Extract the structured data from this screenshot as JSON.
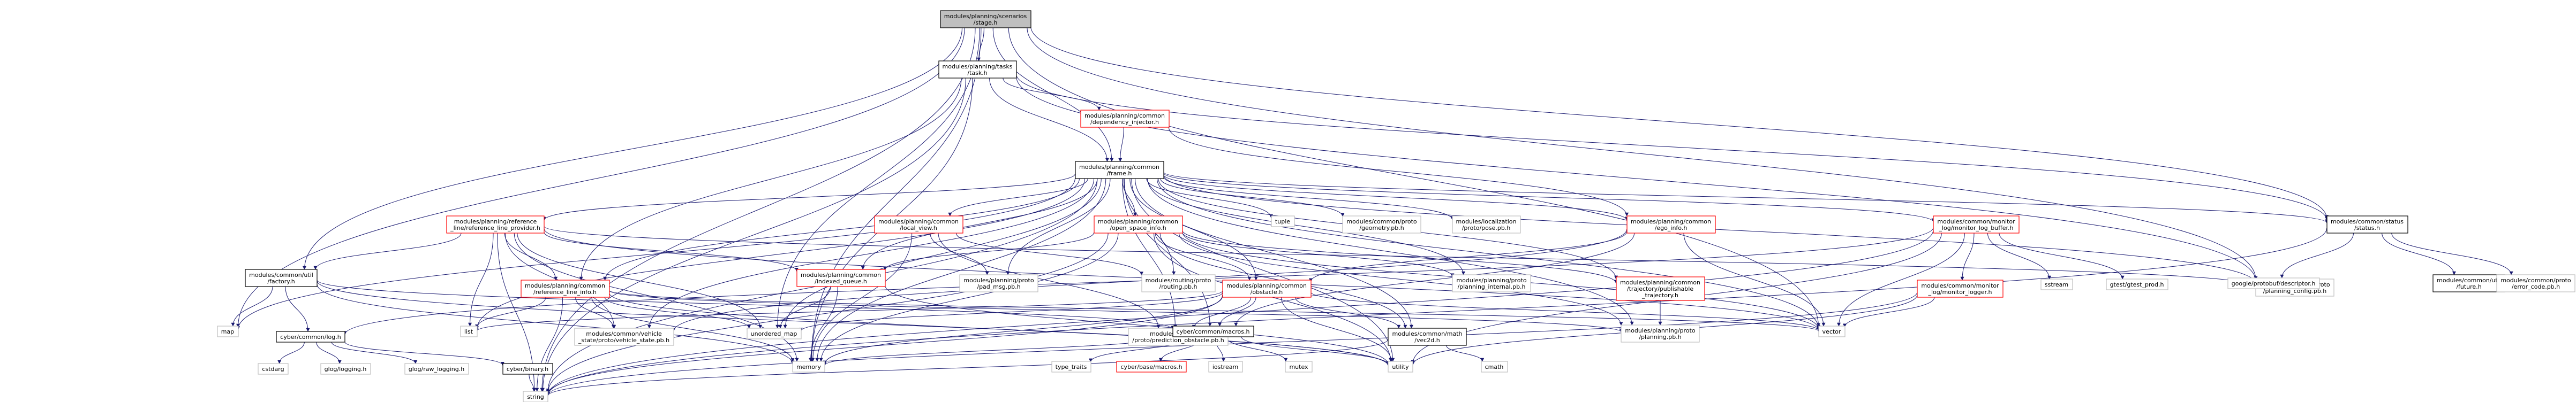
{
  "colors": {
    "root_fill": "#bfbfbf",
    "node_fill": "#ffffff",
    "black_border": "#000000",
    "red_border": "#ff0000",
    "gray_border": "#bfbfbf",
    "edge": "#191970"
  },
  "nodes": [
    {
      "id": "stage",
      "lines": [
        "modules/planning/scenarios",
        "/stage.h"
      ],
      "style": "root"
    },
    {
      "id": "task",
      "lines": [
        "modules/planning/tasks",
        "/task.h"
      ],
      "style": "black"
    },
    {
      "id": "dep_injector",
      "lines": [
        "modules/planning/common",
        "/dependency_injector.h"
      ],
      "style": "red"
    },
    {
      "id": "frame",
      "lines": [
        "modules/planning/common",
        "/frame.h"
      ],
      "style": "black"
    },
    {
      "id": "ref_line_provider",
      "lines": [
        "modules/planning/reference",
        "_line/reference_line_provider.h"
      ],
      "style": "red"
    },
    {
      "id": "local_view",
      "lines": [
        "modules/planning/common",
        "/local_view.h"
      ],
      "style": "red"
    },
    {
      "id": "open_space_info",
      "lines": [
        "modules/planning/common",
        "/open_space_info.h"
      ],
      "style": "red"
    },
    {
      "id": "tuple",
      "lines": [
        "tuple"
      ],
      "style": "gray"
    },
    {
      "id": "geometry_pb",
      "lines": [
        "modules/common/proto",
        "/geometry.pb.h"
      ],
      "style": "gray"
    },
    {
      "id": "pose_pb",
      "lines": [
        "modules/localization",
        "/proto/pose.pb.h"
      ],
      "style": "gray"
    },
    {
      "id": "ego_info",
      "lines": [
        "modules/planning/common",
        "/ego_info.h"
      ],
      "style": "red"
    },
    {
      "id": "monitor_log_buffer",
      "lines": [
        "modules/common/monitor",
        "_log/monitor_log_buffer.h"
      ],
      "style": "red"
    },
    {
      "id": "status",
      "lines": [
        "modules/common/status",
        "/status.h"
      ],
      "style": "black"
    },
    {
      "id": "util_factory",
      "lines": [
        "modules/common/util",
        "/factory.h"
      ],
      "style": "black"
    },
    {
      "id": "ref_line_info",
      "lines": [
        "modules/planning/common",
        "/reference_line_info.h"
      ],
      "style": "red"
    },
    {
      "id": "indexed_queue",
      "lines": [
        "modules/planning/common",
        "/indexed_queue.h"
      ],
      "style": "red"
    },
    {
      "id": "pad_msg_pb",
      "lines": [
        "modules/planning/proto",
        "/pad_msg.pb.h"
      ],
      "style": "gray"
    },
    {
      "id": "routing_pb",
      "lines": [
        "modules/routing/proto",
        "/routing.pb.h"
      ],
      "style": "gray"
    },
    {
      "id": "obstacle",
      "lines": [
        "modules/planning/common",
        "/obstacle.h"
      ],
      "style": "red"
    },
    {
      "id": "planning_internal_pb",
      "lines": [
        "modules/planning/proto",
        "/planning_internal.pb.h"
      ],
      "style": "gray"
    },
    {
      "id": "traj_publishable",
      "lines": [
        "modules/planning/common",
        "/trajectory/publishable",
        "_trajectory.h"
      ],
      "style": "red"
    },
    {
      "id": "monitor_logger",
      "lines": [
        "modules/common/monitor",
        "_log/monitor_logger.h"
      ],
      "style": "red"
    },
    {
      "id": "sstream",
      "lines": [
        "sstream"
      ],
      "style": "gray"
    },
    {
      "id": "gtest_prod",
      "lines": [
        "gtest/gtest_prod.h"
      ],
      "style": "gray"
    },
    {
      "id": "planning_config_pb",
      "lines": [
        "modules/planning/proto",
        "/planning_config.pb.h"
      ],
      "style": "gray"
    },
    {
      "id": "util_future",
      "lines": [
        "modules/common/util",
        "/future.h"
      ],
      "style": "black"
    },
    {
      "id": "descriptor",
      "lines": [
        "google/protobuf/descriptor.h"
      ],
      "style": "gray"
    },
    {
      "id": "error_code_pb",
      "lines": [
        "modules/common/proto",
        "/error_code.pb.h"
      ],
      "style": "gray"
    },
    {
      "id": "map",
      "lines": [
        "map"
      ],
      "style": "gray"
    },
    {
      "id": "list",
      "lines": [
        "list"
      ],
      "style": "gray"
    },
    {
      "id": "vehicle_state_pb",
      "lines": [
        "modules/common/vehicle",
        "_state/proto/vehicle_state.pb.h"
      ],
      "style": "gray"
    },
    {
      "id": "unordered_map",
      "lines": [
        "unordered_map"
      ],
      "style": "gray"
    },
    {
      "id": "prediction_obstacle_pb",
      "lines": [
        "modules/prediction",
        "/proto/prediction_obstacle.pb.h"
      ],
      "style": "gray"
    },
    {
      "id": "cyber_macros",
      "lines": [
        "cyber/common/macros.h"
      ],
      "style": "black"
    },
    {
      "id": "math_vec2d",
      "lines": [
        "modules/common/math",
        "/vec2d.h"
      ],
      "style": "black"
    },
    {
      "id": "planning_pb",
      "lines": [
        "modules/planning/proto",
        "/planning.pb.h"
      ],
      "style": "gray"
    },
    {
      "id": "vector",
      "lines": [
        "vector"
      ],
      "style": "gray"
    },
    {
      "id": "cyber_log",
      "lines": [
        "cyber/common/log.h"
      ],
      "style": "black"
    },
    {
      "id": "cstdarg",
      "lines": [
        "cstdarg"
      ],
      "style": "gray"
    },
    {
      "id": "glog_logging",
      "lines": [
        "glog/logging.h"
      ],
      "style": "gray"
    },
    {
      "id": "glog_raw_logging",
      "lines": [
        "glog/raw_logging.h"
      ],
      "style": "gray"
    },
    {
      "id": "cyber_binary",
      "lines": [
        "cyber/binary.h"
      ],
      "style": "black"
    },
    {
      "id": "memory",
      "lines": [
        "memory"
      ],
      "style": "gray"
    },
    {
      "id": "type_traits",
      "lines": [
        "type_traits"
      ],
      "style": "gray"
    },
    {
      "id": "cyber_base_macros",
      "lines": [
        "cyber/base/macros.h"
      ],
      "style": "red"
    },
    {
      "id": "iostream",
      "lines": [
        "iostream"
      ],
      "style": "gray"
    },
    {
      "id": "mutex",
      "lines": [
        "mutex"
      ],
      "style": "gray"
    },
    {
      "id": "utility",
      "lines": [
        "utility"
      ],
      "style": "gray"
    },
    {
      "id": "cmath",
      "lines": [
        "cmath"
      ],
      "style": "gray"
    },
    {
      "id": "string",
      "lines": [
        "string"
      ],
      "style": "gray"
    }
  ],
  "edges": [
    [
      "stage",
      "task"
    ],
    [
      "stage",
      "frame"
    ],
    [
      "stage",
      "util_factory"
    ],
    [
      "stage",
      "status"
    ],
    [
      "stage",
      "planning_config_pb"
    ],
    [
      "stage",
      "map"
    ],
    [
      "stage",
      "memory"
    ],
    [
      "stage",
      "string"
    ],
    [
      "stage",
      "vector"
    ],
    [
      "stage",
      "unordered_map"
    ],
    [
      "task",
      "dep_injector"
    ],
    [
      "task",
      "frame"
    ],
    [
      "task",
      "status"
    ],
    [
      "task",
      "planning_config_pb"
    ],
    [
      "task",
      "memory"
    ],
    [
      "task",
      "string"
    ],
    [
      "task",
      "ref_line_info"
    ],
    [
      "dep_injector",
      "frame"
    ],
    [
      "dep_injector",
      "ego_info"
    ],
    [
      "frame",
      "ref_line_provider"
    ],
    [
      "frame",
      "local_view"
    ],
    [
      "frame",
      "open_space_info"
    ],
    [
      "frame",
      "tuple"
    ],
    [
      "frame",
      "geometry_pb"
    ],
    [
      "frame",
      "pose_pb"
    ],
    [
      "frame",
      "ego_info"
    ],
    [
      "frame",
      "monitor_log_buffer"
    ],
    [
      "frame",
      "status"
    ],
    [
      "frame",
      "ref_line_info"
    ],
    [
      "frame",
      "indexed_queue"
    ],
    [
      "frame",
      "pad_msg_pb"
    ],
    [
      "frame",
      "routing_pb"
    ],
    [
      "frame",
      "obstacle"
    ],
    [
      "frame",
      "planning_internal_pb"
    ],
    [
      "frame",
      "traj_publishable"
    ],
    [
      "frame",
      "planning_config_pb"
    ],
    [
      "frame",
      "map"
    ],
    [
      "frame",
      "list"
    ],
    [
      "frame",
      "vehicle_state_pb"
    ],
    [
      "frame",
      "prediction_obstacle_pb"
    ],
    [
      "frame",
      "cyber_macros"
    ],
    [
      "frame",
      "math_vec2d"
    ],
    [
      "frame",
      "planning_pb"
    ],
    [
      "frame",
      "vector"
    ],
    [
      "frame",
      "memory"
    ],
    [
      "frame",
      "string"
    ],
    [
      "frame",
      "utility"
    ],
    [
      "frame",
      "unordered_map"
    ],
    [
      "ref_line_provider",
      "util_factory"
    ],
    [
      "ref_line_provider",
      "ref_line_info"
    ],
    [
      "ref_line_provider",
      "indexed_queue"
    ],
    [
      "ref_line_provider",
      "list"
    ],
    [
      "ref_line_provider",
      "vehicle_state_pb"
    ],
    [
      "ref_line_provider",
      "planning_config_pb"
    ],
    [
      "ref_line_provider",
      "memory"
    ],
    [
      "ref_line_provider",
      "string"
    ],
    [
      "ref_line_provider",
      "vector"
    ],
    [
      "ref_line_provider",
      "unordered_map"
    ],
    [
      "local_view",
      "pad_msg_pb"
    ],
    [
      "local_view",
      "routing_pb"
    ],
    [
      "local_view",
      "prediction_obstacle_pb"
    ],
    [
      "local_view",
      "memory"
    ],
    [
      "open_space_info",
      "obstacle"
    ],
    [
      "open_space_info",
      "indexed_queue"
    ],
    [
      "open_space_info",
      "planning_internal_pb"
    ],
    [
      "open_space_info",
      "traj_publishable"
    ],
    [
      "open_space_info",
      "math_vec2d"
    ],
    [
      "open_space_info",
      "planning_pb"
    ],
    [
      "open_space_info",
      "vector"
    ],
    [
      "open_space_info",
      "utility"
    ],
    [
      "open_space_info",
      "memory"
    ],
    [
      "open_space_info",
      "string"
    ],
    [
      "ego_info",
      "obstacle"
    ],
    [
      "ego_info",
      "cyber_macros"
    ],
    [
      "ego_info",
      "vector"
    ],
    [
      "ego_info",
      "vehicle_state_pb"
    ],
    [
      "monitor_log_buffer",
      "monitor_logger"
    ],
    [
      "monitor_log_buffer",
      "sstream"
    ],
    [
      "monitor_log_buffer",
      "gtest_prod"
    ],
    [
      "monitor_log_buffer",
      "vector"
    ],
    [
      "monitor_log_buffer",
      "string"
    ],
    [
      "monitor_log_buffer",
      "utility"
    ],
    [
      "monitor_log_buffer",
      "cyber_log"
    ],
    [
      "status",
      "util_future"
    ],
    [
      "status",
      "descriptor"
    ],
    [
      "status",
      "error_code_pb"
    ],
    [
      "status",
      "string"
    ],
    [
      "util_factory",
      "map"
    ],
    [
      "util_factory",
      "memory"
    ],
    [
      "util_factory",
      "utility"
    ],
    [
      "util_factory",
      "cyber_macros"
    ],
    [
      "util_factory",
      "cyber_log"
    ],
    [
      "ref_line_info",
      "list"
    ],
    [
      "ref_line_info",
      "vehicle_state_pb"
    ],
    [
      "ref_line_info",
      "unordered_map"
    ],
    [
      "ref_line_info",
      "memory"
    ],
    [
      "ref_line_info",
      "string"
    ],
    [
      "ref_line_info",
      "vector"
    ],
    [
      "ref_line_info",
      "utility"
    ],
    [
      "ref_line_info",
      "planning_pb"
    ],
    [
      "indexed_queue",
      "unordered_map"
    ],
    [
      "indexed_queue",
      "memory"
    ],
    [
      "indexed_queue",
      "utility"
    ],
    [
      "obstacle",
      "prediction_obstacle_pb"
    ],
    [
      "obstacle",
      "cyber_macros"
    ],
    [
      "obstacle",
      "math_vec2d"
    ],
    [
      "obstacle",
      "list"
    ],
    [
      "obstacle",
      "memory"
    ],
    [
      "obstacle",
      "string"
    ],
    [
      "obstacle",
      "utility"
    ],
    [
      "obstacle",
      "unordered_map"
    ],
    [
      "obstacle",
      "vector"
    ],
    [
      "traj_publishable",
      "planning_pb"
    ],
    [
      "monitor_logger",
      "vector"
    ],
    [
      "monitor_logger",
      "utility"
    ],
    [
      "monitor_logger",
      "string"
    ],
    [
      "cyber_macros",
      "type_traits"
    ],
    [
      "cyber_macros",
      "cyber_base_macros"
    ],
    [
      "cyber_macros",
      "iostream"
    ],
    [
      "cyber_macros",
      "mutex"
    ],
    [
      "cyber_macros",
      "memory"
    ],
    [
      "cyber_macros",
      "utility"
    ],
    [
      "math_vec2d",
      "cmath"
    ],
    [
      "math_vec2d",
      "string"
    ],
    [
      "cyber_log",
      "cstdarg"
    ],
    [
      "cyber_log",
      "glog_logging"
    ],
    [
      "cyber_log",
      "glog_raw_logging"
    ],
    [
      "cyber_log",
      "cyber_binary"
    ],
    [
      "cyber_binary",
      "string"
    ]
  ]
}
